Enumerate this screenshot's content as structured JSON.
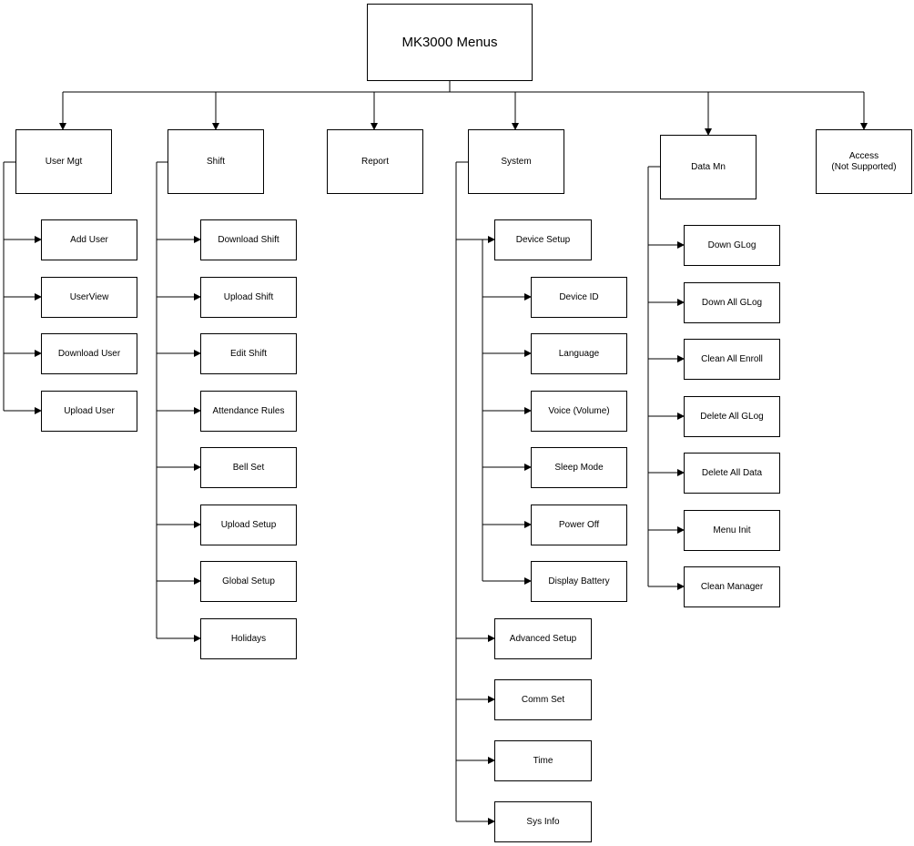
{
  "root": {
    "label": "MK3000 Menus"
  },
  "menus": {
    "user_mgt": {
      "label": "User Mgt",
      "items": [
        "Add User",
        "UserView",
        "Download User",
        "Upload User"
      ]
    },
    "shift": {
      "label": "Shift",
      "items": [
        "Download Shift",
        "Upload Shift",
        "Edit Shift",
        "Attendance Rules",
        "Bell Set",
        "Upload Setup",
        "Global Setup",
        "Holidays"
      ]
    },
    "report": {
      "label": "Report"
    },
    "system": {
      "label": "System",
      "device_setup": {
        "label": "Device Setup",
        "items": [
          "Device ID",
          "Language",
          "Voice (Volume)",
          "Sleep Mode",
          "Power Off",
          "Display Battery"
        ]
      },
      "items": [
        "Advanced Setup",
        "Comm Set",
        "Time",
        "Sys Info"
      ]
    },
    "data_mn": {
      "label": "Data Mn",
      "items": [
        "Down GLog",
        "Down All GLog",
        "Clean All Enroll",
        "Delete All GLog",
        "Delete All Data",
        "Menu Init",
        "Clean Manager"
      ]
    },
    "access": {
      "label": "Access\n(Not Supported)"
    }
  }
}
